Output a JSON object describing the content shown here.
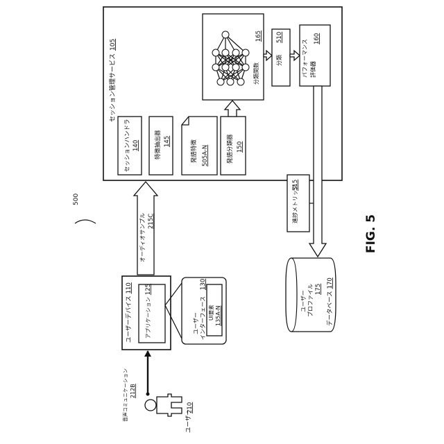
{
  "figure": {
    "ref_500": "500",
    "fig_label": "FIG. 5"
  },
  "session_service": {
    "label": "セッション管理サービス",
    "ref": "105"
  },
  "session_handler": {
    "label": "セッションハンドラ",
    "ref": "140"
  },
  "feature_extractor": {
    "label": "特徴抽出器",
    "ref": "145"
  },
  "utterance_features": {
    "label": "発語特徴",
    "ref": "505A-N"
  },
  "utterance_classifier": {
    "label": "発語分類器",
    "ref": "150"
  },
  "classification_function": {
    "label": "分類関数",
    "ref": "165"
  },
  "classification": {
    "label": "分類",
    "ref": "510"
  },
  "performance_evaluator": {
    "label_1": "パフォーマンス",
    "label_2": "評価器",
    "ref": "160"
  },
  "progress_metric": {
    "label": "進捗メトリック",
    "ref": "515"
  },
  "database": {
    "label": "データベース",
    "ref": "170"
  },
  "user_profile": {
    "label_1": "ユーザー",
    "label_2": "プロファイル",
    "ref": "175"
  },
  "audio_sample": {
    "label": "オーディオサンプル",
    "ref": "215C"
  },
  "user_device": {
    "label": "ユーザーデバイス",
    "ref": "110"
  },
  "application": {
    "label": "アプリケーション",
    "ref": "125"
  },
  "user_interface": {
    "label_1": "ユーザー",
    "label_2": "インターフェース",
    "ref": "130"
  },
  "ui_elements": {
    "label": "UI要素",
    "ref": "135A-N"
  },
  "audio_communication": {
    "label": "音声コミュニケーション",
    "ref": "212B"
  },
  "user": {
    "label": "ユーザー",
    "ref": "210"
  }
}
